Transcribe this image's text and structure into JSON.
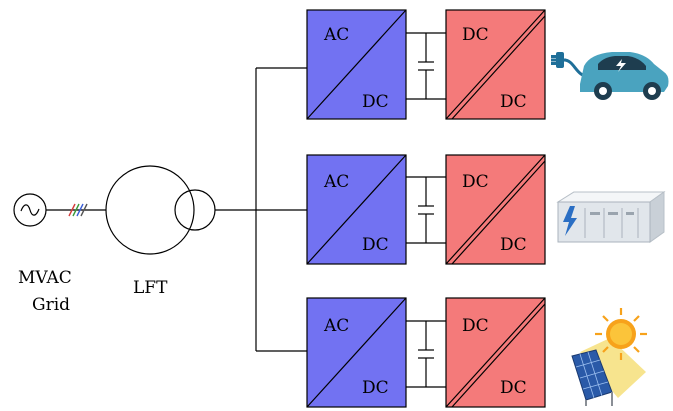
{
  "source": {
    "label_line1": "MVAC",
    "label_line2": "Grid"
  },
  "transformer": {
    "label": "LFT"
  },
  "converters": [
    {
      "ac_in": "AC",
      "ac_out": "DC",
      "dc_in": "DC",
      "dc_out": "DC",
      "load": "ev-charger-icon"
    },
    {
      "ac_in": "AC",
      "ac_out": "DC",
      "dc_in": "DC",
      "dc_out": "DC",
      "load": "battery-storage-icon"
    },
    {
      "ac_in": "AC",
      "ac_out": "DC",
      "dc_in": "DC",
      "dc_out": "DC",
      "load": "solar-panel-icon"
    }
  ],
  "colors": {
    "acdc_box": "#7272f2",
    "dcdc_box": "#f47a7a",
    "car_body": "#4aa3bf",
    "battery_body": "#e8ecef",
    "sun": "#f7a21b",
    "panel": "#2a5aa8"
  }
}
